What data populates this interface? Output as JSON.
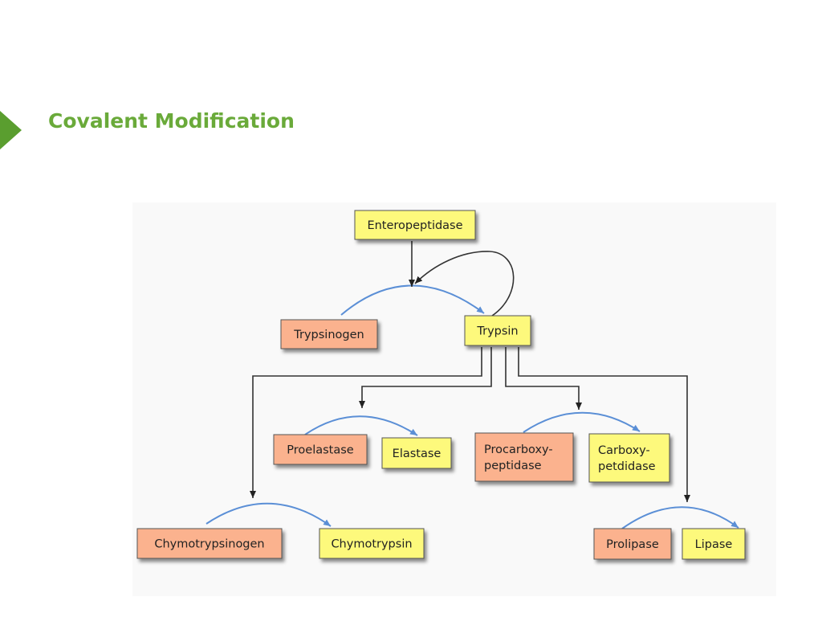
{
  "slide": {
    "title": "Covalent Modification"
  },
  "diagram": {
    "colors": {
      "active_enzyme": "#fdf97b",
      "zymogen": "#fbb28e",
      "activation_arrow": "#5b8fd6",
      "pathway_line": "#333333",
      "accent": "#5a9e2f"
    },
    "nodes": {
      "enteropeptidase": {
        "lines": [
          "Enteropeptidase"
        ],
        "kind": "active"
      },
      "trypsinogen": {
        "lines": [
          "Trypsinogen"
        ],
        "kind": "zymogen"
      },
      "trypsin": {
        "lines": [
          "Trypsin"
        ],
        "kind": "active"
      },
      "proelastase": {
        "lines": [
          "Proelastase"
        ],
        "kind": "zymogen"
      },
      "elastase": {
        "lines": [
          "Elastase"
        ],
        "kind": "active"
      },
      "procarboxypeptidase": {
        "lines": [
          "Procarboxy-",
          "peptidase"
        ],
        "kind": "zymogen"
      },
      "carboxypeptidase": {
        "lines": [
          "Carboxy-",
          "petdidase"
        ],
        "kind": "active"
      },
      "chymotrypsinogen": {
        "lines": [
          "Chymotrypsinogen"
        ],
        "kind": "zymogen"
      },
      "chymotrypsin": {
        "lines": [
          "Chymotrypsin"
        ],
        "kind": "active"
      },
      "prolipase": {
        "lines": [
          "Prolipase"
        ],
        "kind": "zymogen"
      },
      "lipase": {
        "lines": [
          "Lipase"
        ],
        "kind": "active"
      }
    },
    "activations": [
      {
        "from": "trypsinogen",
        "to": "trypsin",
        "catalyst": "enteropeptidase"
      },
      {
        "from": "trypsinogen",
        "to": "trypsin",
        "catalyst": "trypsin"
      },
      {
        "from": "proelastase",
        "to": "elastase",
        "catalyst": "trypsin"
      },
      {
        "from": "procarboxypeptidase",
        "to": "carboxypeptidase",
        "catalyst": "trypsin"
      },
      {
        "from": "chymotrypsinogen",
        "to": "chymotrypsin",
        "catalyst": "trypsin"
      },
      {
        "from": "prolipase",
        "to": "lipase",
        "catalyst": "trypsin"
      }
    ]
  }
}
